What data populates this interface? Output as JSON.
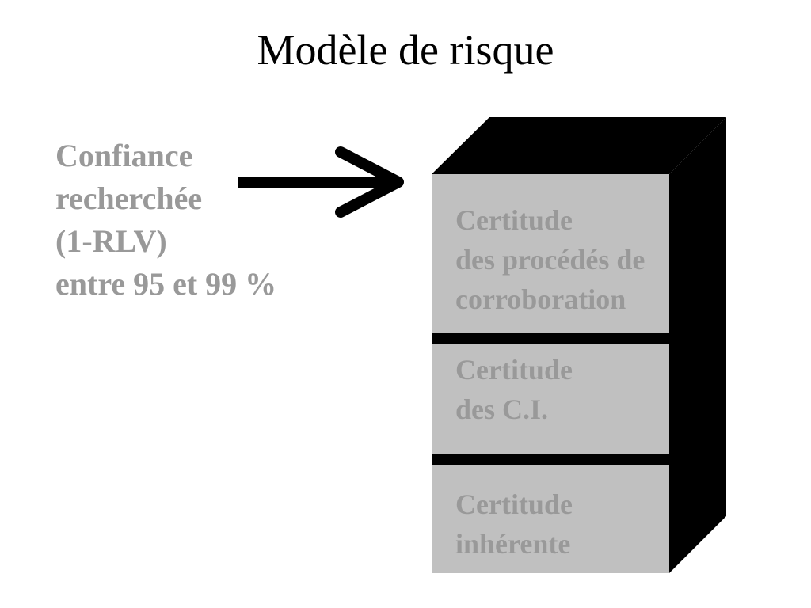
{
  "title": "Modèle de risque",
  "confidence": {
    "lines": [
      "Confiance",
      "recherchée",
      "(1-RLV)",
      "entre 95 et 99 %"
    ]
  },
  "levels": [
    {
      "lines": [
        "Certitude",
        "des procédés de",
        "corroboration"
      ]
    },
    {
      "lines": [
        "Certitude",
        "des C.I."
      ]
    },
    {
      "lines": [
        "Certitude",
        "inhérente"
      ]
    }
  ],
  "colors": {
    "title": "#000000",
    "text_gray": "#999999",
    "box_face": "#c0c0c0",
    "box_shadow": "#000000"
  }
}
